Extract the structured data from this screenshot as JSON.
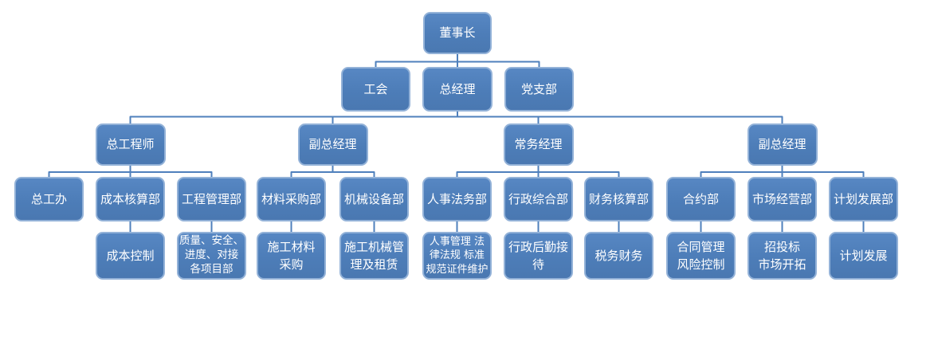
{
  "colors": {
    "node_fill": "#4f81bd",
    "node_border": "#93b2d8",
    "connector": "#4f80bc",
    "node_text": "#ffffff",
    "background": "#ffffff"
  },
  "nodes": {
    "chairman": {
      "label": "董事长"
    },
    "labor_union": {
      "label": "工会"
    },
    "general_manager": {
      "label": "总经理"
    },
    "party_branch": {
      "label": "党支部"
    },
    "chief_engineer": {
      "label": "总工程师"
    },
    "deputy_gm_1": {
      "label": "副总经理"
    },
    "executive_manager": {
      "label": "常务经理"
    },
    "deputy_gm_2": {
      "label": "副总经理"
    },
    "chief_engineer_office": {
      "label": "总工办"
    },
    "cost_accounting_dept": {
      "label": "成本核算部"
    },
    "engineering_management_dept": {
      "label": "工程管理部"
    },
    "material_procurement_dept": {
      "label": "材料采购部"
    },
    "machinery_equipment_dept": {
      "label": "机械设备部"
    },
    "hr_legal_dept": {
      "label": "人事法务部"
    },
    "admin_general_dept": {
      "label": "行政综合部"
    },
    "finance_accounting_dept": {
      "label": "财务核算部"
    },
    "contract_dept": {
      "label": "合约部"
    },
    "market_operations_dept": {
      "label": "市场经营部"
    },
    "planning_development_dept": {
      "label": "计划发展部"
    },
    "cost_control": {
      "label": "成本控制"
    },
    "quality_safety_schedule": {
      "label": "质量、安全、\n进度、对接\n各项目部"
    },
    "construction_material_procurement": {
      "label": "施工材料\n采购"
    },
    "machinery_management_leasing": {
      "label": "施工机械管\n理及租赁"
    },
    "hr_legal_duties": {
      "label": "人事管理 法\n律法规 标准\n规范证件维护"
    },
    "admin_logistics_reception": {
      "label": "行政后勤接\n待"
    },
    "tax_finance": {
      "label": "税务财务"
    },
    "contract_risk_control": {
      "label": "合同管理\n风险控制"
    },
    "bidding_market_development": {
      "label": "招投标\n市场开拓"
    },
    "planning_development": {
      "label": "计划发展"
    }
  },
  "hierarchy": {
    "chairman": [
      "labor_union",
      "general_manager",
      "party_branch"
    ],
    "general_manager": [
      "chief_engineer",
      "deputy_gm_1",
      "executive_manager",
      "deputy_gm_2"
    ],
    "chief_engineer": [
      "chief_engineer_office",
      "cost_accounting_dept",
      "engineering_management_dept"
    ],
    "deputy_gm_1": [
      "material_procurement_dept",
      "machinery_equipment_dept"
    ],
    "executive_manager": [
      "hr_legal_dept",
      "admin_general_dept",
      "finance_accounting_dept"
    ],
    "deputy_gm_2": [
      "contract_dept",
      "market_operations_dept",
      "planning_development_dept"
    ],
    "cost_accounting_dept": [
      "cost_control"
    ],
    "engineering_management_dept": [
      "quality_safety_schedule"
    ],
    "material_procurement_dept": [
      "construction_material_procurement"
    ],
    "machinery_equipment_dept": [
      "machinery_management_leasing"
    ],
    "hr_legal_dept": [
      "hr_legal_duties"
    ],
    "admin_general_dept": [
      "admin_logistics_reception"
    ],
    "finance_accounting_dept": [
      "tax_finance"
    ],
    "contract_dept": [
      "contract_risk_control"
    ],
    "market_operations_dept": [
      "bidding_market_development"
    ],
    "planning_development_dept": [
      "planning_development"
    ]
  }
}
